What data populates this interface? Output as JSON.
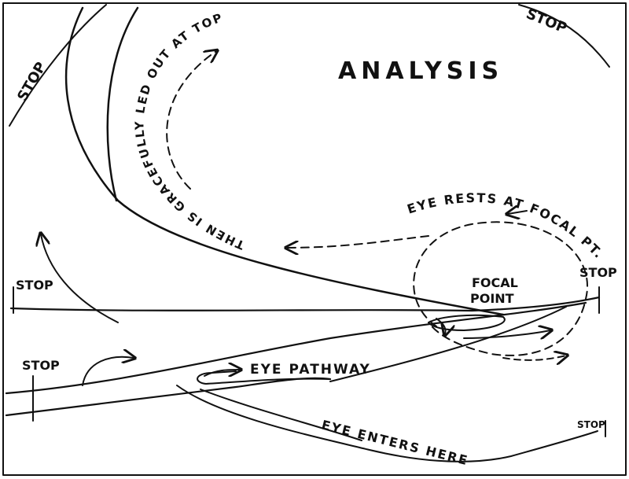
{
  "colors": {
    "ink": "#111111",
    "paper": "#ffffff"
  },
  "title": "ANALYSIS",
  "labels": {
    "stop_top_left": "STOP",
    "stop_top_right": "STOP",
    "stop_left_mid": "STOP",
    "stop_left_low": "STOP",
    "stop_right_mid": "STOP",
    "stop_bottom_right": "STOP",
    "curve_text": "THEN IS GRACEFULLY LED OUT AT TOP",
    "eye_rests": "EYE RESTS AT FOCAL PT.",
    "focal_line1": "FOCAL",
    "focal_line2": "POINT",
    "eye_pathway": "EYE PATHWAY",
    "eye_enters": "EYE ENTERS HERE"
  }
}
